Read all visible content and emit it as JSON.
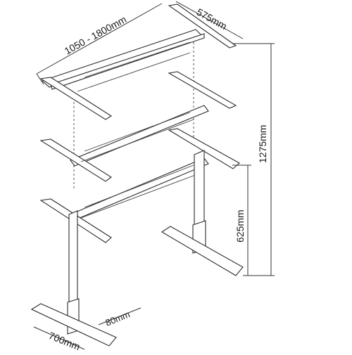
{
  "diagram": {
    "dimensions": {
      "width_range": "1050 - 1800mm",
      "depth": "575mm",
      "max_height": "1275mm",
      "min_height": "625mm",
      "foot_length": "700mm",
      "foot_width": "80mm"
    },
    "colors": {
      "line": "#2b2b2b",
      "background": "#ffffff"
    }
  }
}
